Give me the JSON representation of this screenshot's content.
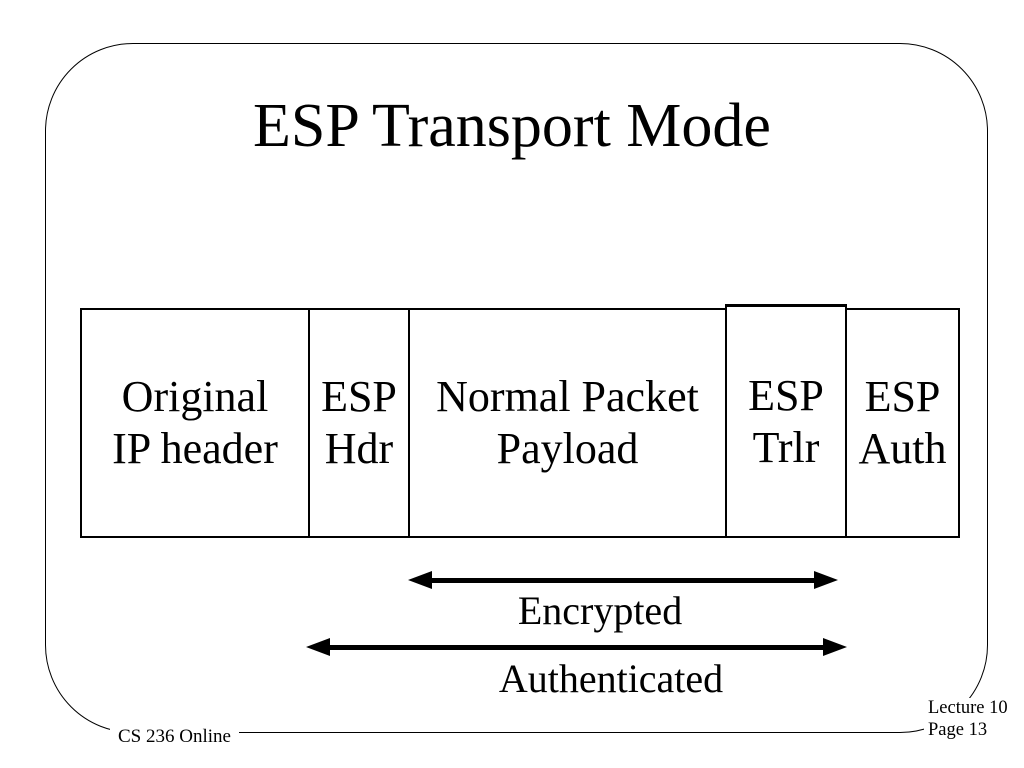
{
  "slide": {
    "title": "ESP Transport Mode",
    "footer_left": "CS 236 Online",
    "footer_right": {
      "line1": "Lecture 10",
      "line2": "Page 13"
    }
  },
  "packet": {
    "fields": [
      {
        "id": "original-ip-header",
        "line1": "Original",
        "line2": "IP header"
      },
      {
        "id": "esp-header",
        "line1": "ESP",
        "line2": "Hdr"
      },
      {
        "id": "normal-payload",
        "line1": "Normal Packet",
        "line2": "Payload"
      },
      {
        "id": "esp-trailer",
        "line1": "ESP",
        "line2": "Trlr"
      },
      {
        "id": "esp-auth",
        "line1": "ESP",
        "line2": "Auth"
      }
    ]
  },
  "annotations": {
    "encrypted_label": "Encrypted",
    "authenticated_label": "Authenticated"
  },
  "colors": {
    "foreground": "#000000",
    "background": "#ffffff"
  }
}
